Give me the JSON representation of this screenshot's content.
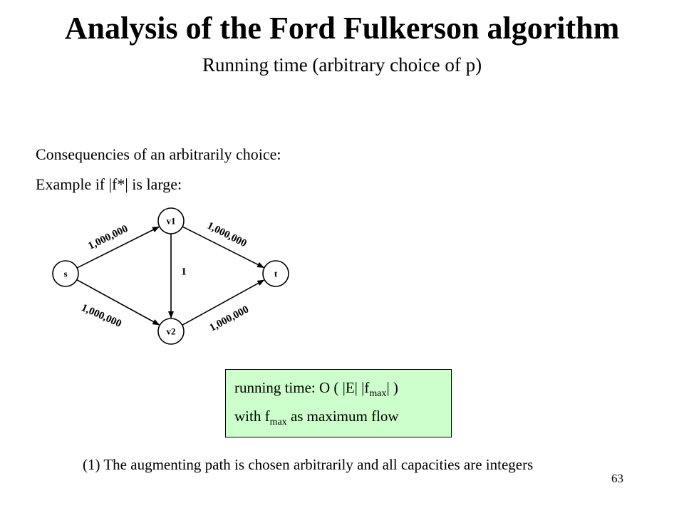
{
  "slide": {
    "title": "Analysis of the Ford Fulkerson algorithm",
    "subtitle": "Running time (arbitrary choice of p)",
    "line1": "Consequencies of an arbitrarily choice:",
    "line2": "Example if |f*| is large:"
  },
  "graph": {
    "nodes": [
      {
        "id": "s",
        "label": "s"
      },
      {
        "id": "v1",
        "label": "v1"
      },
      {
        "id": "v2",
        "label": "v2"
      },
      {
        "id": "t",
        "label": "t"
      }
    ],
    "edges": [
      {
        "from": "s",
        "to": "v1",
        "label": "1,000,000"
      },
      {
        "from": "v1",
        "to": "t",
        "label": "1,000,000"
      },
      {
        "from": "s",
        "to": "v2",
        "label": "1,000,000"
      },
      {
        "from": "v2",
        "to": "t",
        "label": "1,000,000"
      },
      {
        "from": "v1",
        "to": "v2",
        "label": "1"
      }
    ]
  },
  "info": {
    "row1_prefix": "running time: O ( |E| |f",
    "row1_sub": "max",
    "row1_suffix": "| )",
    "row2_prefix": "with f",
    "row2_sub": "max",
    "row2_suffix": " as maximum flow",
    "box_color": "#ccffcc"
  },
  "footnote": "(1) The augmenting path is chosen arbitrarily and all capacities are integers",
  "page_number": "63"
}
